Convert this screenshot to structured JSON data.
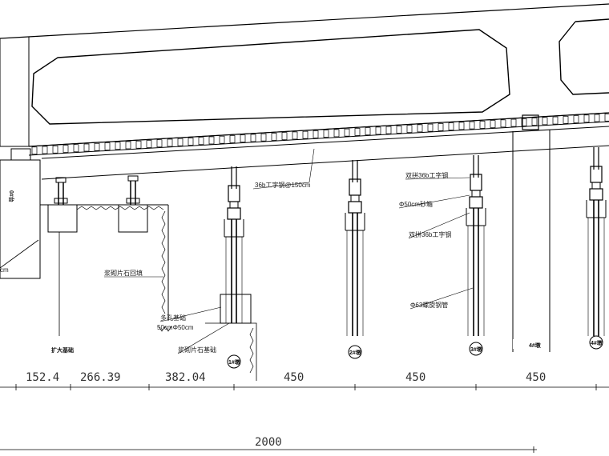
{
  "labels": {
    "i_beam_36b": "36b工字钢@150cm",
    "double_i_beam_top": "双拼36b工字钢",
    "sand_box": "Φ50cm砂箱",
    "double_i_beam_low": "双拼36b工字钢",
    "steel_pipe": "Φ63螺旋钢管",
    "masonry_wall": "浆砌片石回填",
    "multi_pier_a": "多孔基础",
    "multi_pier_b": "50cmΦ50cm",
    "masonry_found": "浆砌片石基础",
    "left_cut": "cm",
    "pier_left_top": "0#台",
    "pier_left_bottom": "扩大基础"
  },
  "piers": [
    "1#墩",
    "2#墩",
    "3#墩",
    "4#墩",
    "4#墩"
  ],
  "dimensions": [
    "152.4",
    "266.39",
    "382.04",
    "450",
    "450",
    "450"
  ],
  "total_dimension": "2000"
}
